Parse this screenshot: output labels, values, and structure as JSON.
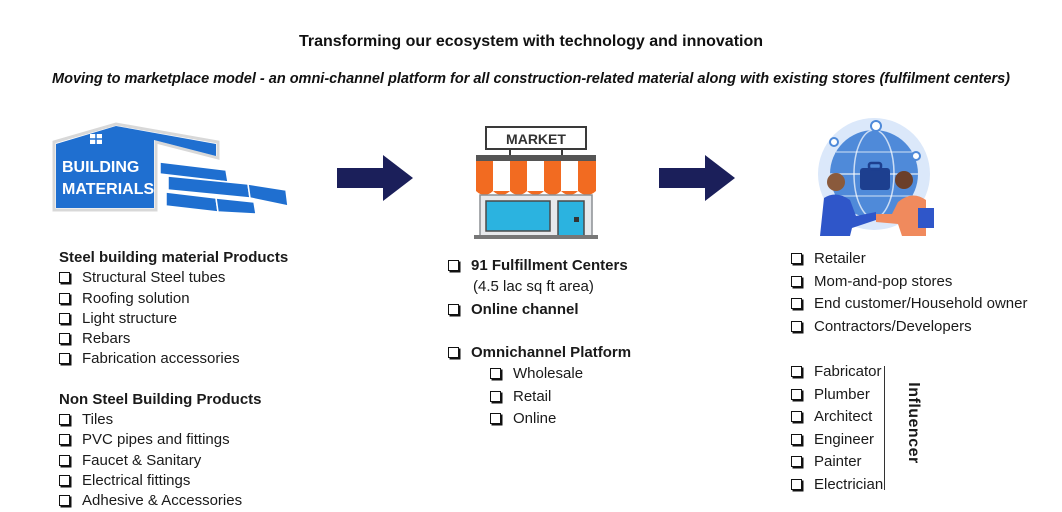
{
  "header": {
    "title": "Transforming our ecosystem with technology and innovation",
    "subtitle": "Moving to marketplace model - an omni-channel platform for all construction-related material along with existing stores (fulfilment centers)"
  },
  "illustrations": {
    "building_line1": "BUILDING",
    "building_line2": "MATERIALS",
    "market_sign": "MARKET"
  },
  "colors": {
    "building_blue": "#1f6fd0",
    "arrow_navy": "#1b1f5a",
    "awning_orange": "#f26b21",
    "shop_teal": "#2bb3e0",
    "globe_blue": "#4f8ad9"
  },
  "products": {
    "steel_heading": "Steel building material Products",
    "steel_items": [
      "Structural Steel tubes",
      "Roofing solution",
      "Light structure",
      "Rebars",
      "Fabrication accessories"
    ],
    "nonsteel_heading": "Non Steel Building Products",
    "nonsteel_items": [
      "Tiles",
      "PVC pipes and fittings",
      "Faucet & Sanitary",
      "Electrical fittings",
      "Adhesive & Accessories"
    ]
  },
  "channels": {
    "fulfillment": "91 Fulfillment Centers",
    "fulfillment_sub": "(4.5 lac sq ft area)",
    "online": "Online channel",
    "omni": "Omnichannel Platform",
    "omni_items": [
      "Wholesale",
      "Retail",
      "Online"
    ]
  },
  "customers": {
    "items": [
      "Retailer",
      "Mom-and-pop stores",
      "End customer/Household owner",
      "Contractors/Developers"
    ],
    "influencer_items": [
      "Fabricator",
      "Plumber",
      "Architect",
      "Engineer",
      "Painter",
      "Electrician"
    ],
    "influencer_label": "Influencer"
  }
}
